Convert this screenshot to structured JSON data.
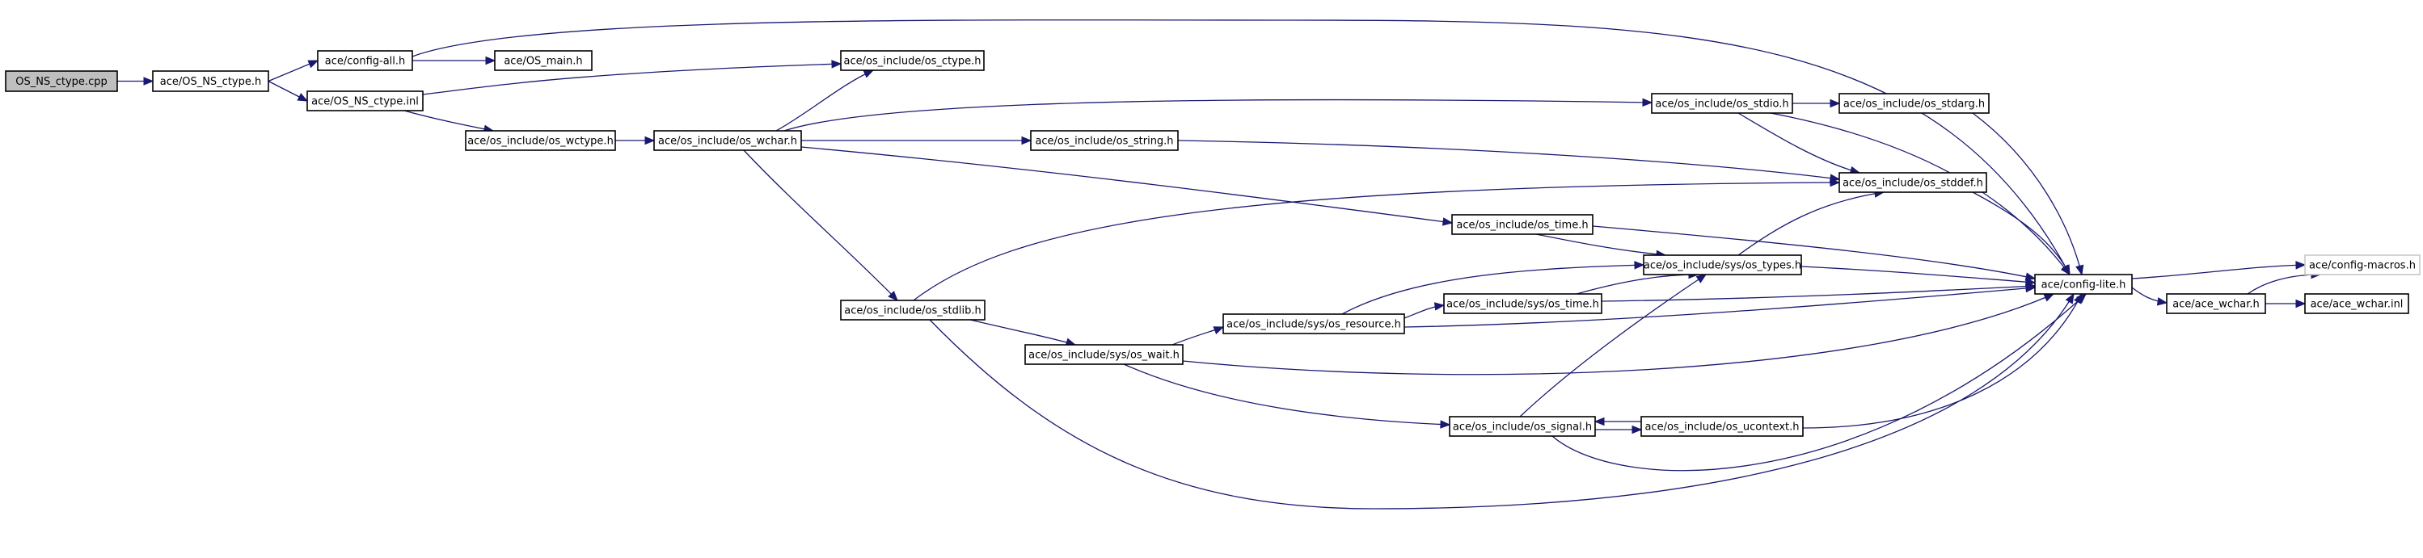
{
  "colors": {
    "edge": "#191970",
    "root_fill": "#bfbfbf",
    "node_fill": "#ffffff",
    "node_border": "#000000",
    "ghost_border": "#c8c8c8"
  },
  "nodes": [
    {
      "id": "root",
      "label": "OS_NS_ctype.cpp",
      "kind": "root"
    },
    {
      "id": "os_ns_ctype_h",
      "label": "ace/OS_NS_ctype.h"
    },
    {
      "id": "config_all",
      "label": "ace/config-all.h"
    },
    {
      "id": "os_main",
      "label": "ace/OS_main.h"
    },
    {
      "id": "os_ns_ctype_inl",
      "label": "ace/OS_NS_ctype.inl"
    },
    {
      "id": "os_ctype",
      "label": "ace/os_include/os_ctype.h"
    },
    {
      "id": "os_wctype",
      "label": "ace/os_include/os_wctype.h"
    },
    {
      "id": "os_wchar",
      "label": "ace/os_include/os_wchar.h"
    },
    {
      "id": "os_stdio",
      "label": "ace/os_include/os_stdio.h"
    },
    {
      "id": "os_stdarg",
      "label": "ace/os_include/os_stdarg.h"
    },
    {
      "id": "os_string",
      "label": "ace/os_include/os_string.h"
    },
    {
      "id": "os_stddef",
      "label": "ace/os_include/os_stddef.h"
    },
    {
      "id": "os_time",
      "label": "ace/os_include/os_time.h"
    },
    {
      "id": "sys_os_types",
      "label": "ace/os_include/sys/os_types.h"
    },
    {
      "id": "sys_os_time",
      "label": "ace/os_include/sys/os_time.h"
    },
    {
      "id": "os_stdlib",
      "label": "ace/os_include/os_stdlib.h"
    },
    {
      "id": "sys_os_resource",
      "label": "ace/os_include/sys/os_resource.h"
    },
    {
      "id": "sys_os_wait",
      "label": "ace/os_include/sys/os_wait.h"
    },
    {
      "id": "os_signal",
      "label": "ace/os_include/os_signal.h"
    },
    {
      "id": "os_ucontext",
      "label": "ace/os_include/os_ucontext.h"
    },
    {
      "id": "config_lite",
      "label": "ace/config-lite.h"
    },
    {
      "id": "config_macros",
      "label": "ace/config-macros.h",
      "kind": "ghost"
    },
    {
      "id": "ace_wchar_h",
      "label": "ace/ace_wchar.h"
    },
    {
      "id": "ace_wchar_inl",
      "label": "ace/ace_wchar.inl"
    }
  ],
  "edges": [
    [
      "root",
      "os_ns_ctype_h"
    ],
    [
      "os_ns_ctype_h",
      "config_all"
    ],
    [
      "os_ns_ctype_h",
      "os_ns_ctype_inl"
    ],
    [
      "config_all",
      "os_main"
    ],
    [
      "config_all",
      "config_lite"
    ],
    [
      "os_ns_ctype_inl",
      "os_ctype"
    ],
    [
      "os_ns_ctype_inl",
      "os_wctype"
    ],
    [
      "os_wctype",
      "os_wchar"
    ],
    [
      "os_wchar",
      "os_ctype"
    ],
    [
      "os_wchar",
      "os_stdio"
    ],
    [
      "os_wchar",
      "os_string"
    ],
    [
      "os_wchar",
      "os_time"
    ],
    [
      "os_wchar",
      "os_stdlib"
    ],
    [
      "os_stdio",
      "os_stdarg"
    ],
    [
      "os_stdio",
      "os_stddef"
    ],
    [
      "os_stdio",
      "config_lite"
    ],
    [
      "os_stdarg",
      "config_lite"
    ],
    [
      "os_string",
      "os_stddef"
    ],
    [
      "os_stddef",
      "config_lite"
    ],
    [
      "os_time",
      "sys_os_types"
    ],
    [
      "os_time",
      "config_lite"
    ],
    [
      "sys_os_types",
      "os_stddef"
    ],
    [
      "sys_os_types",
      "config_lite"
    ],
    [
      "sys_os_time",
      "sys_os_types"
    ],
    [
      "sys_os_time",
      "config_lite"
    ],
    [
      "os_stdlib",
      "os_stddef"
    ],
    [
      "os_stdlib",
      "sys_os_wait"
    ],
    [
      "os_stdlib",
      "config_lite"
    ],
    [
      "sys_os_wait",
      "sys_os_resource"
    ],
    [
      "sys_os_wait",
      "os_signal"
    ],
    [
      "sys_os_wait",
      "config_lite"
    ],
    [
      "sys_os_resource",
      "sys_os_types"
    ],
    [
      "sys_os_resource",
      "sys_os_time"
    ],
    [
      "sys_os_resource",
      "config_lite"
    ],
    [
      "os_signal",
      "sys_os_types"
    ],
    [
      "os_signal",
      "os_ucontext"
    ],
    [
      "os_signal",
      "config_lite"
    ],
    [
      "os_ucontext",
      "os_signal"
    ],
    [
      "os_ucontext",
      "config_lite"
    ],
    [
      "config_lite",
      "config_macros"
    ],
    [
      "config_lite",
      "ace_wchar_h"
    ],
    [
      "ace_wchar_h",
      "config_macros"
    ],
    [
      "ace_wchar_h",
      "ace_wchar_inl"
    ]
  ]
}
